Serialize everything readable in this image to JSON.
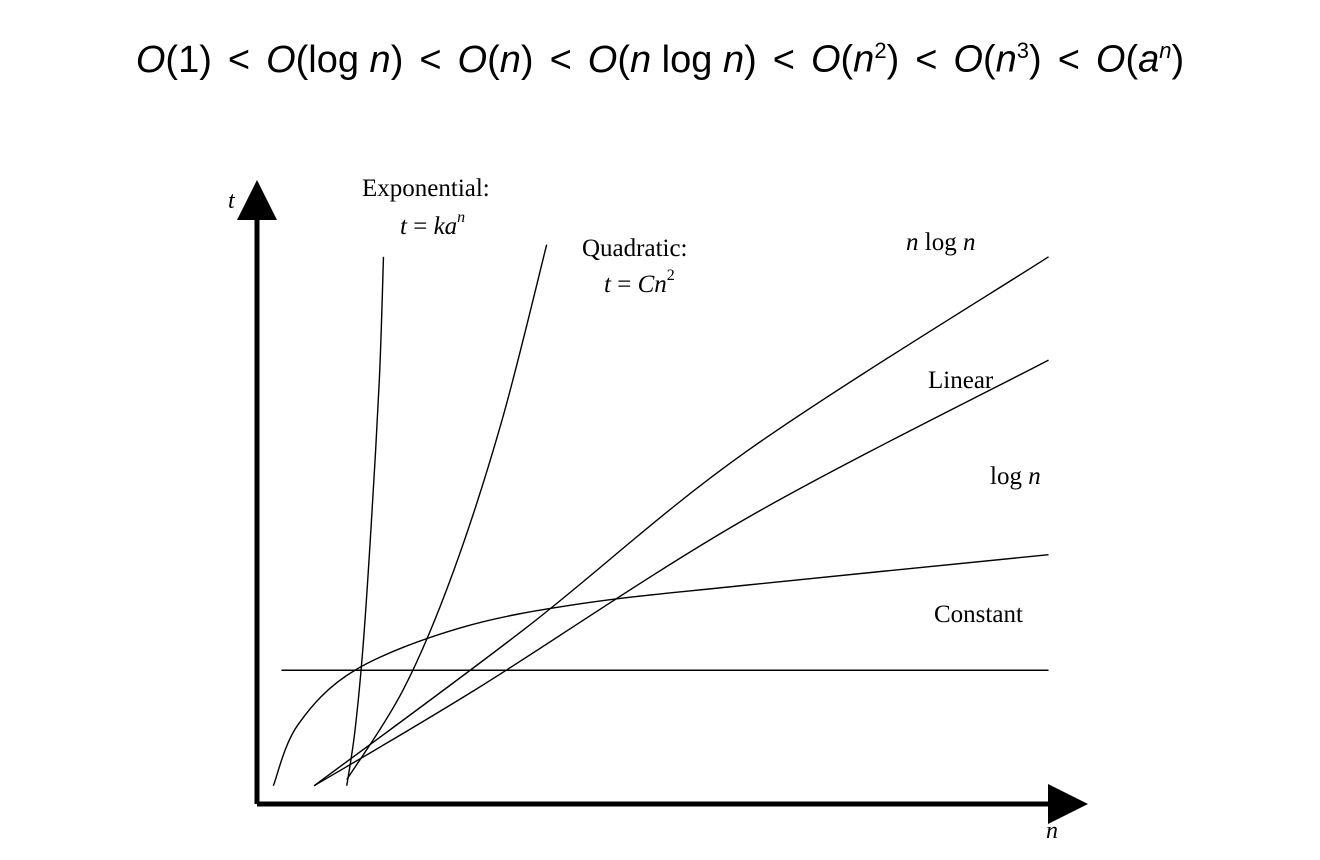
{
  "headline": {
    "terms": [
      {
        "pre": "(",
        "var": "",
        "mid": "1",
        "post": ")",
        "sup": "",
        "supvar": ""
      },
      {
        "pre": "(log ",
        "var": "n",
        "mid": "",
        "post": ")",
        "sup": "",
        "supvar": ""
      },
      {
        "pre": "(",
        "var": "n",
        "mid": "",
        "post": ")",
        "sup": "",
        "supvar": ""
      },
      {
        "pre": "(",
        "var": "n",
        "mid": " log ",
        "var2": "n",
        "post": ")",
        "sup": "",
        "supvar": ""
      },
      {
        "pre": "(",
        "var": "n",
        "mid": "",
        "post": ")",
        "sup": "2",
        "supvar": ""
      },
      {
        "pre": "(",
        "var": "n",
        "mid": "",
        "post": ")",
        "sup": "3",
        "supvar": ""
      },
      {
        "pre": "(",
        "var": "a",
        "mid": "",
        "post": ")",
        "sup": "",
        "supvar": "n"
      }
    ],
    "big_o": "O",
    "separator": "<"
  },
  "chart_data": {
    "type": "line",
    "title": "",
    "xlabel": "n",
    "ylabel": "t",
    "xlim": [
      0,
      10
    ],
    "ylim": [
      0,
      10
    ],
    "grid": false,
    "legend": "none",
    "series": [
      {
        "name": "Exponential",
        "formula_lhs": "t = ",
        "formula_var": "ka",
        "formula_sup": "n",
        "points": [
          [
            1.1,
            0.3
          ],
          [
            1.2,
            1.2
          ],
          [
            1.3,
            2.6
          ],
          [
            1.4,
            4.6
          ],
          [
            1.5,
            7.0
          ],
          [
            1.55,
            9.0
          ]
        ]
      },
      {
        "name": "Quadratic",
        "formula_lhs": "t = ",
        "formula_var": "Cn",
        "formula_sup": "2",
        "points": [
          [
            1.1,
            0.4
          ],
          [
            1.8,
            1.9
          ],
          [
            2.4,
            3.8
          ],
          [
            3.0,
            6.3
          ],
          [
            3.55,
            9.2
          ]
        ]
      },
      {
        "name": "n log n",
        "points": [
          [
            0.7,
            0.3
          ],
          [
            3.3,
            2.9
          ],
          [
            6.0,
            5.8
          ],
          [
            9.7,
            9.0
          ]
        ]
      },
      {
        "name": "Linear",
        "points": [
          [
            0.7,
            0.3
          ],
          [
            2.7,
            1.9
          ],
          [
            6.0,
            4.7
          ],
          [
            9.7,
            7.3
          ]
        ]
      },
      {
        "name": "log n",
        "points": [
          [
            0.2,
            0.3
          ],
          [
            0.5,
            1.3
          ],
          [
            1.2,
            2.2
          ],
          [
            2.5,
            2.9
          ],
          [
            4.0,
            3.3
          ],
          [
            6.0,
            3.6
          ],
          [
            9.7,
            4.1
          ]
        ]
      },
      {
        "name": "Constant",
        "points": [
          [
            0.3,
            2.2
          ],
          [
            9.7,
            2.2
          ]
        ]
      }
    ]
  }
}
